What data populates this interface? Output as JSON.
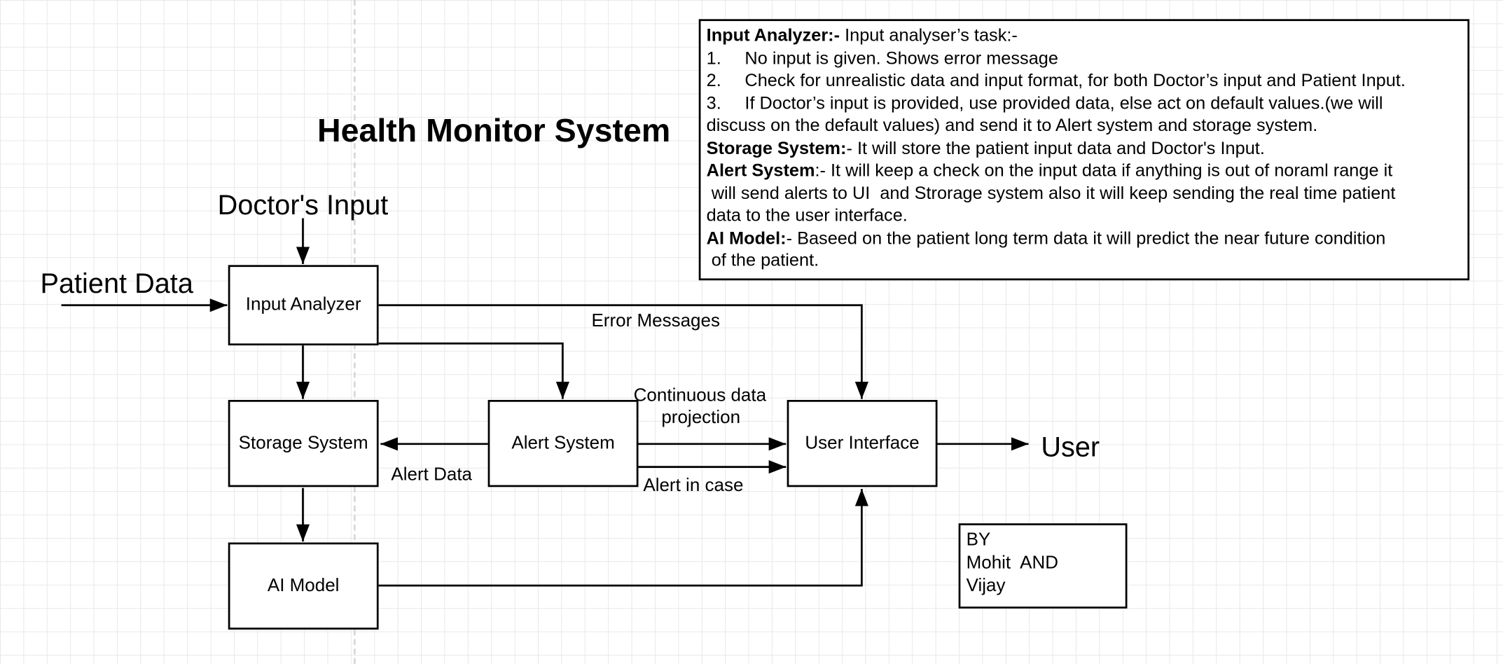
{
  "title": "Health Monitor System",
  "inputs": {
    "doctor": "Doctor's Input",
    "patient": "Patient Data"
  },
  "boxes": {
    "input_analyzer": "Input Analyzer",
    "storage_system": "Storage System",
    "alert_system": "Alert System",
    "user_interface": "User Interface",
    "ai_model": "AI Model"
  },
  "edge_labels": {
    "error_messages": "Error Messages",
    "continuous_line1": "Continuous data",
    "continuous_line2": "projection",
    "alert_data": "Alert Data",
    "alert_in_case": "Alert in case",
    "user": "User"
  },
  "notes": {
    "ia_head": "Input Analyzer:-",
    "ia_text": "  Input analyser’s task:-",
    "items": [
      {
        "num": "1.",
        "text": "No input is given. Shows error message"
      },
      {
        "num": "2.",
        "text": "Check for unrealistic data and input format, for both Doctor’s input and Patient Input."
      },
      {
        "num": "3.",
        "text": "If Doctor’s input is provided, use provided data, else act on default values.(we will"
      }
    ],
    "item3_cont": "discuss on the default values) and send it to Alert system and storage system.",
    "storage_head": "Storage System:",
    "storage_text": "- It will store the patient input data and Doctor's Input.",
    "alert_head": "Alert System",
    "alert_text1": ":- It will keep a check on the input data if anything is out of noraml range it",
    "alert_text2": " will send alerts to UI  and Strorage system also it will keep sending the real time patient",
    "alert_text3": "data to the user interface.",
    "ai_head": "AI Model:",
    "ai_text1": "- Baseed on the patient long term data it will predict the near future condition",
    "ai_text2": " of the patient."
  },
  "credits": {
    "line1": "BY",
    "line2": "Mohit  AND",
    "line3": "Vijay"
  }
}
